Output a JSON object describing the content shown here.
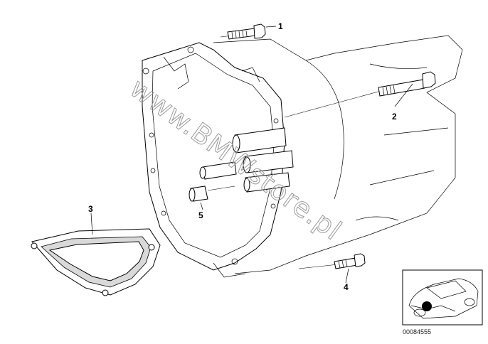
{
  "diagram": {
    "callouts": [
      {
        "id": "1",
        "label": "1"
      },
      {
        "id": "2",
        "label": "2"
      },
      {
        "id": "3",
        "label": "3"
      },
      {
        "id": "4",
        "label": "4"
      },
      {
        "id": "5",
        "label": "5"
      }
    ],
    "watermark": "www.BMWstore.pl",
    "reference_number": "00084555",
    "thumbnail": {
      "icon": "car-location-icon"
    }
  }
}
